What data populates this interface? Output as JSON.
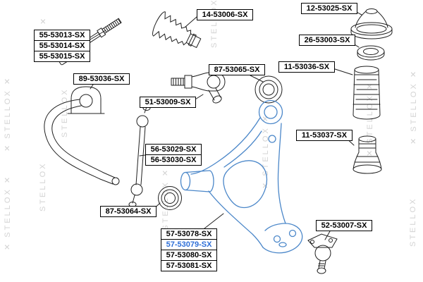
{
  "diagram": {
    "watermark_text": "✕ STELLOX ✕",
    "watermark_text_short": "STELLOX",
    "watermark_mark": "✕",
    "accent_color": "#2e6fd8",
    "selected_part": "57-53079-SX"
  },
  "labels": {
    "steering_boot": "14-53006-SX",
    "strut_mount": "12-53025-SX",
    "inner_tie_rod_1": "55-53013-SX",
    "inner_tie_rod_2": "55-53014-SX",
    "inner_tie_rod_3": "55-53015-SX",
    "bearing": "26-53003-SX",
    "shock_boot": "11-53036-SX",
    "stabilizer_bushing": "89-53036-SX",
    "arm_bushing_rear": "87-53065-SX",
    "tie_rod_end": "51-53009-SX",
    "bump_stop": "11-53037-SX",
    "stabilizer_link_1": "56-53029-SX",
    "stabilizer_link_2": "56-53030-SX",
    "arm_bushing_front": "87-53064-SX",
    "control_arm_1": "57-53078-SX",
    "control_arm_2": "57-53079-SX",
    "control_arm_3": "57-53080-SX",
    "control_arm_4": "57-53081-SX",
    "ball_joint": "52-53007-SX"
  }
}
